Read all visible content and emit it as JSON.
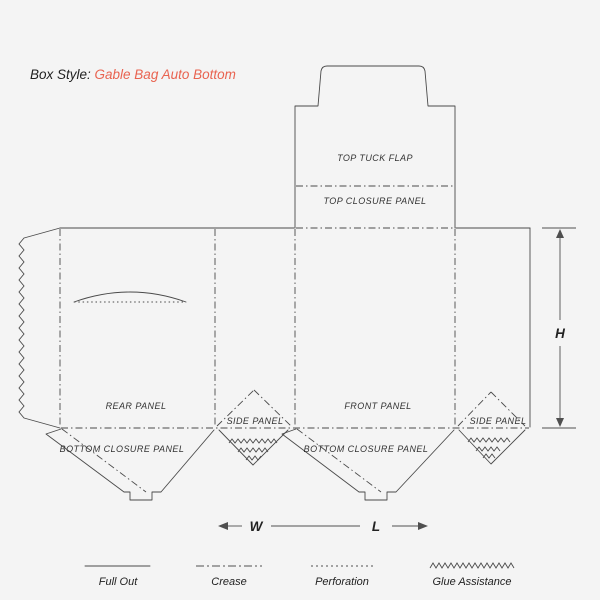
{
  "title": {
    "prefix": "Box Style: ",
    "name": "Gable Bag Auto Bottom"
  },
  "colors": {
    "background": "#f4f4f4",
    "line": "#4a4a4a",
    "text": "#333333",
    "accent": "#e96350"
  },
  "panel_labels": {
    "top_tuck_flap": "TOP TUCK FLAP",
    "top_closure": "TOP CLOSURE PANEL",
    "rear": "REAR PANEL",
    "side_left": "SIDE PANEL",
    "front": "FRONT PANEL",
    "side_right": "SIDE PANEL",
    "bottom_closure_left": "BOTTOM CLOSURE PANEL",
    "bottom_closure_right": "BOTTOM CLOSURE PANEL"
  },
  "dimension_labels": {
    "height": "H",
    "width": "W",
    "length": "L"
  },
  "legend": {
    "full_out": "Full Out",
    "crease": "Crease",
    "perforation": "Perforation",
    "glue_assistance": "Glue Assistance"
  }
}
